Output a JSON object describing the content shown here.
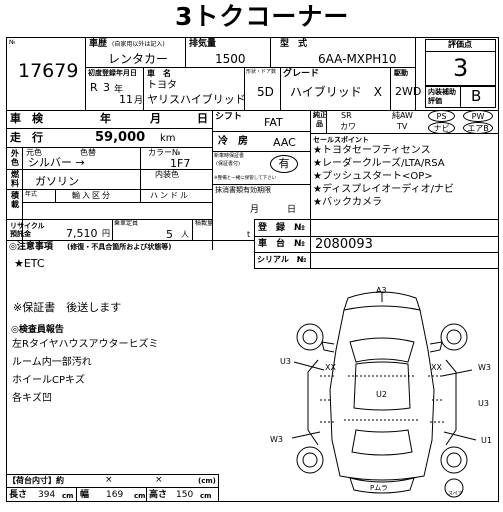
{
  "title": "3トクコーナー",
  "lot": {
    "label": "№",
    "value": "17679"
  },
  "history": {
    "label": "車歴",
    "sub": "(自家用以外は記入)",
    "value": "レンタカー"
  },
  "displacement": {
    "label": "排気量",
    "value": "1500"
  },
  "model_code": {
    "label": "型　式",
    "value": "6AA-MXPH10"
  },
  "grade_eval": {
    "label": "評価点",
    "value": "3"
  },
  "registration": {
    "label": "初度登録年月日",
    "era": "R",
    "year": "3",
    "month": "11",
    "year_unit": "年",
    "month_unit": "月"
  },
  "car_name": {
    "label": "車　名",
    "maker": "トヨタ",
    "name": "ヤリスハイブリッド"
  },
  "doors": {
    "label": "形状・ドア数",
    "value": "5D"
  },
  "grade": {
    "label": "グレード",
    "value": "ハイブリッド　X"
  },
  "drive": {
    "label": "駆動",
    "value": "2WD"
  },
  "interior_eval": {
    "label": "内装補助評価",
    "value": "B"
  },
  "inspection": {
    "label": "車　検",
    "year": "年",
    "month": "月",
    "day": "日"
  },
  "shift": {
    "label": "シフト",
    "value": "FAT"
  },
  "equip": {
    "label1": "純正",
    "label2": "品",
    "sr": "SR",
    "nav_aw": "純AW",
    "ps": "PS",
    "pw": "PW",
    "kawa": "カワ",
    "tv": "TV",
    "navi": "ナビ",
    "airbag": "エアB"
  },
  "mileage": {
    "label": "走　行",
    "value": "59,000",
    "unit": "km"
  },
  "ac": {
    "label": "冷　房",
    "value": "AAC"
  },
  "exterior_color": {
    "label1": "外",
    "label2": "色",
    "original_label": "元色",
    "change_label": "色替",
    "value": "シルバー →"
  },
  "color_no": {
    "label": "カラー№",
    "value": "1F7"
  },
  "manual": {
    "label": "新車時保証書",
    "sub": "(保証書付)",
    "value": "有",
    "note": "※整備と一緒に保管して下さい"
  },
  "fuel": {
    "label1": "燃",
    "label2": "料",
    "value": "ガソリン"
  },
  "interior_color": {
    "label": "内装色"
  },
  "cargo": {
    "label1": "積",
    "label2": "載",
    "year_label": "年式",
    "import_label": "輸入区分",
    "handle_label": "ハンドル"
  },
  "deregistration": {
    "label": "抹消書類有効期限",
    "month": "月",
    "day": "日"
  },
  "recycle": {
    "label": "リサイクル預託金",
    "value": "7,510",
    "unit": "円"
  },
  "capacity": {
    "label": "乗車定員",
    "value": "5",
    "unit": "人"
  },
  "load": {
    "label": "積載量",
    "unit": "t"
  },
  "reg_no": {
    "label": "登　録　№"
  },
  "chassis": {
    "label": "車　台　№",
    "value": "2080093"
  },
  "serial": {
    "label": "シリアル　№"
  },
  "notes_label": "◎注意事項",
  "notes_sub": "(修復・不具合箇所および状態等)",
  "notes_etc": "★ETC",
  "sales_point_label": "セールスポイント",
  "sales_points": [
    "★トヨタセーフティセンス",
    "★レーダークルーズ/LTA/RSA",
    "★プッシュスタート<OP>",
    "★ディスプレイオーディオ/ナビ",
    "★バックカメラ"
  ],
  "warranty_note": "※保証書　後送します",
  "inspector_label": "◎検査員報告",
  "inspector_report": [
    "左Rタイヤハウスアウターヒズミ",
    "ルーム内一部汚れ",
    "ホイールCPキズ",
    "各キズ凹"
  ],
  "diagram": {
    "a3": "A3",
    "u3_left": "U3",
    "w3_right": "W3",
    "xx_left": "XX",
    "xx_right": "XX",
    "u2": "U2",
    "u3_right": "U3",
    "w3_left": "W3",
    "u1": "U1",
    "pmura": "Pムラ",
    "spare": "スペア"
  },
  "cargo_dims": {
    "label": "【荷台内寸】約",
    "x1": "×",
    "x2": "×",
    "unit": "(cm)"
  },
  "dims": {
    "length_label": "長さ",
    "length": "394",
    "width_label": "幅",
    "width": "169",
    "height_label": "高さ",
    "height": "150",
    "unit": "cm"
  }
}
